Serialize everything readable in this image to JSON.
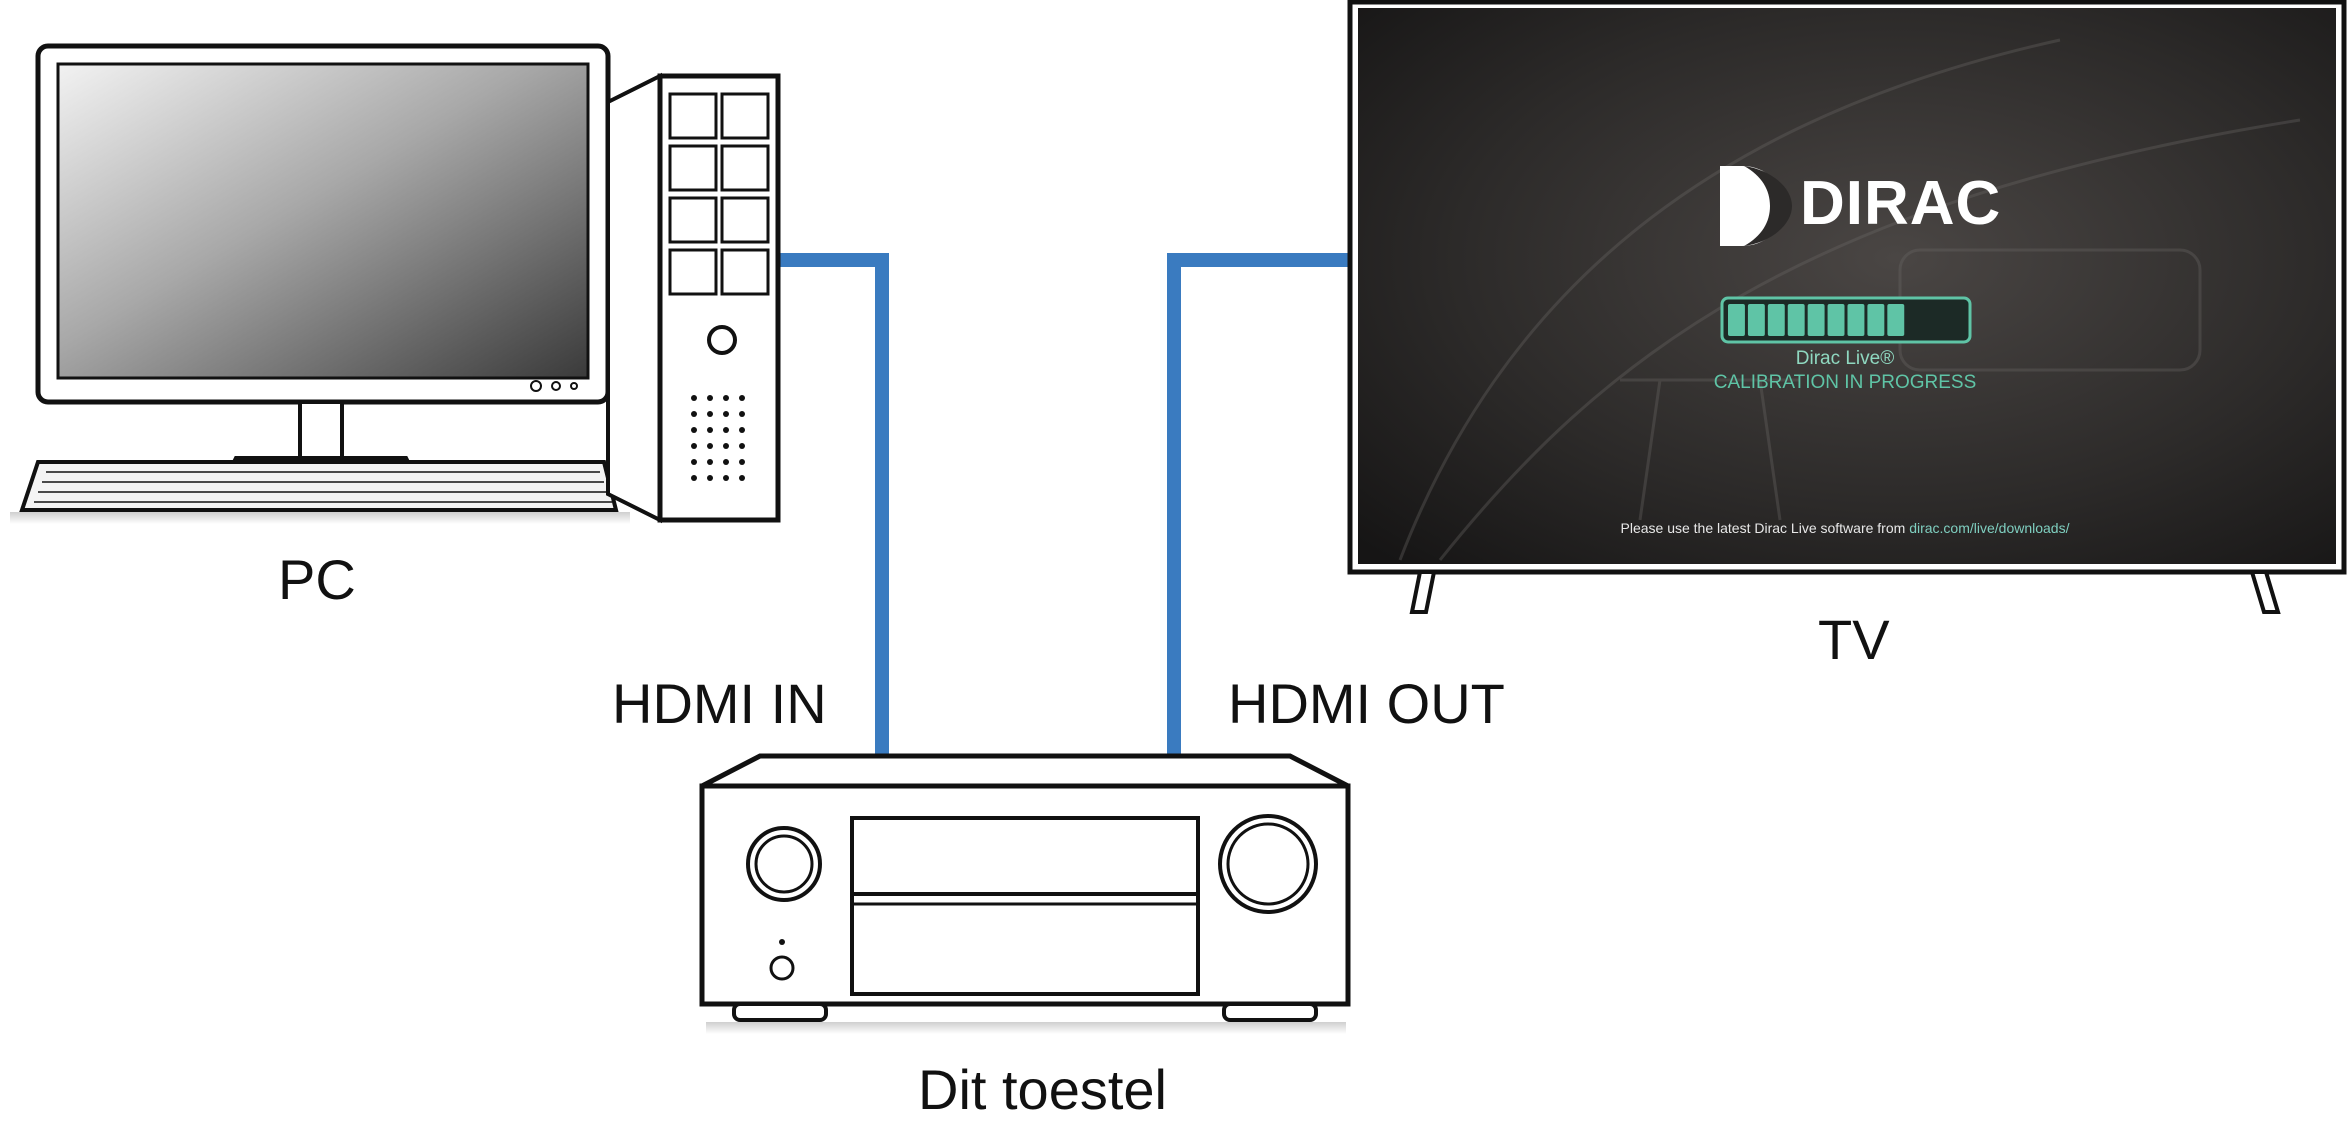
{
  "labels": {
    "pc": "PC",
    "tv": "TV",
    "hdmi_in": "HDMI IN",
    "hdmi_out": "HDMI OUT",
    "device": "Dit toestel"
  },
  "tv_screen": {
    "brand": "DIRAC",
    "product": "Dirac Live®",
    "status": "CALIBRATION IN PROGRESS",
    "progress_segments_filled": 9,
    "progress_segments_total": 12,
    "footer_text": "Please use the latest Dirac Live software from",
    "footer_link": "dirac.com/live/downloads/"
  },
  "colors": {
    "cable": "#3a7bc0",
    "accent": "#5fc4a6",
    "tv_bg": "#2b2a2a"
  }
}
